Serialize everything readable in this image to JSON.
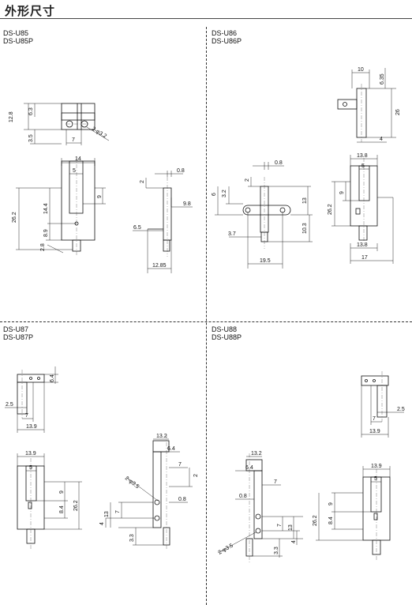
{
  "page": {
    "title": "外形尺寸"
  },
  "models": {
    "u85": {
      "line1": "DS-U85",
      "line2": "DS-U85P"
    },
    "u86": {
      "line1": "DS-U86",
      "line2": "DS-U86P"
    },
    "u87": {
      "line1": "DS-U87",
      "line2": "DS-U87P"
    },
    "u88": {
      "line1": "DS-U88",
      "line2": "DS-U88P"
    }
  },
  "dims": {
    "u85": {
      "top_h1": "6.3",
      "top_h2": "12.8",
      "top_h3": "3.5",
      "top_w": "7",
      "hole": "2-φ3.2",
      "front_w": "14",
      "front_slot": "5",
      "front_h": "26.2",
      "front_h2": "14.4",
      "front_h3": "8.9",
      "front_h4": "9",
      "front_pin": "2.8",
      "side_t": "0.8",
      "side_h": "2",
      "side_w": "9.8",
      "side_off": "6.5",
      "side_base": "12.85"
    },
    "u86": {
      "top_w": "10",
      "top_h1": "6.35",
      "top_h": "26",
      "top_d": "4",
      "front_w": "13.8",
      "front_slot": "5",
      "front_h": "26.2",
      "front_h2": "9",
      "front_base": "13.8",
      "front_base2": "17",
      "side_t": "0.8",
      "side_h": "2",
      "side_h2": "3.2",
      "side_h3": "6",
      "side_h4": "13",
      "side_h5": "10.3",
      "side_w": "19.5",
      "side_off": "3.7"
    },
    "u87": {
      "top_h": "6.4",
      "top_off": "2.5",
      "top_w1": "7",
      "top_w": "13.9",
      "front_w": "13.9",
      "front_slot": "5",
      "front_h2": "9",
      "front_h3": "8.4",
      "front_h": "26.2",
      "side_w": "13.2",
      "side_w2": "6.4",
      "side_w3": "7",
      "side_h1": "2",
      "hole": "2-φ3.5",
      "side_t": "0.8",
      "side_h2": "7",
      "side_h3": "13",
      "side_h4": "4",
      "side_h5": "3.3"
    },
    "u88": {
      "top_off": "2.5",
      "top_w1": "7",
      "top_w": "13.9",
      "front_w": "13.9",
      "front_slot": "5",
      "front_h2": "9",
      "front_h3": "8.4",
      "front_h": "26.2",
      "side_w": "13.2",
      "side_w2": "6.4",
      "side_w3": "7",
      "side_t": "0.8",
      "side_h2": "7",
      "side_h3": "13",
      "side_h4": "4",
      "side_h5": "3.3",
      "hole": "2-φ3.5"
    }
  }
}
